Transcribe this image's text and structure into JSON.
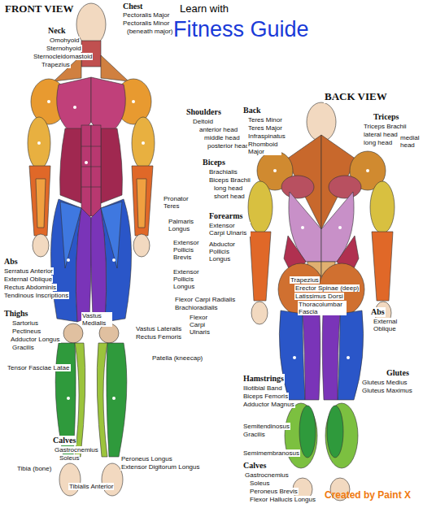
{
  "diagram": {
    "title": "Fitness Guide",
    "labels": [
      "FRONT VIEW",
      "Neck",
      "Omohyoid",
      "Sternohyoid",
      "Sternocleidomastoid",
      "Trapezius",
      "Chest",
      "Pectoralis Major",
      "Pectoralis Minor",
      "(beneath major)",
      "Learn with",
      "Shoulders",
      "Deltoid",
      "anterior head",
      "middle head",
      "posterior head",
      "Biceps",
      "Brachialis",
      "Biceps Brachii",
      "long head",
      "short head",
      "Pronator Teres",
      "Palmaris Longus",
      "Forearms",
      "Extensor Carpi Ulnaris",
      "Abductor Pollicis Longus",
      "Extensor Pollicis Brevis",
      "Extensor Pollicis Longus",
      "Flexor Carpi Radialis",
      "Brachioradialis",
      "Flexor Carpi Ulnaris",
      "Vastus Lateralis",
      "Rectus Femoris",
      "Patella (kneecap)",
      "Abs",
      "Serratus Anterior",
      "External Oblique",
      "Rectus Abdominis",
      "Tendinous Inscriptions",
      "Thighs",
      "Sartorius",
      "Pectineus",
      "Adductor Longus",
      "Gracilis",
      "Tensor Fasciae Latae",
      "Vastus Medialis",
      "Calves",
      "Gastrocnemius",
      "Soleus",
      "Tibia (bone)",
      "Tibialis Anterior",
      "Peroneus Longus",
      "Extensor Digitorum Longus",
      "BACK VIEW",
      "Back",
      "Teres Minor",
      "Teres Major",
      "Infraspinatus",
      "Rhomboid Major",
      "Triceps",
      "Triceps Brachii",
      "lateral head",
      "long head",
      "medial head",
      "Abs",
      "External Oblique",
      "Trapezius",
      "Erector Spinae (deep)",
      "Latissimus Dorsi",
      "Thoracolumbar Fascia",
      "Glutes",
      "Gluteus Medius",
      "Gluteus Maximus",
      "Hamstrings",
      "Iliotibial Band",
      "Biceps Femoris",
      "Adductor Magnus",
      "Semitendinosus",
      "Gracilis",
      "Semimembranosus",
      "Calves",
      "Gastrocnemius",
      "Soleus",
      "Peroneus Brevis",
      "Flexor Hallucis Longus",
      "Created by Paint X"
    ]
  }
}
